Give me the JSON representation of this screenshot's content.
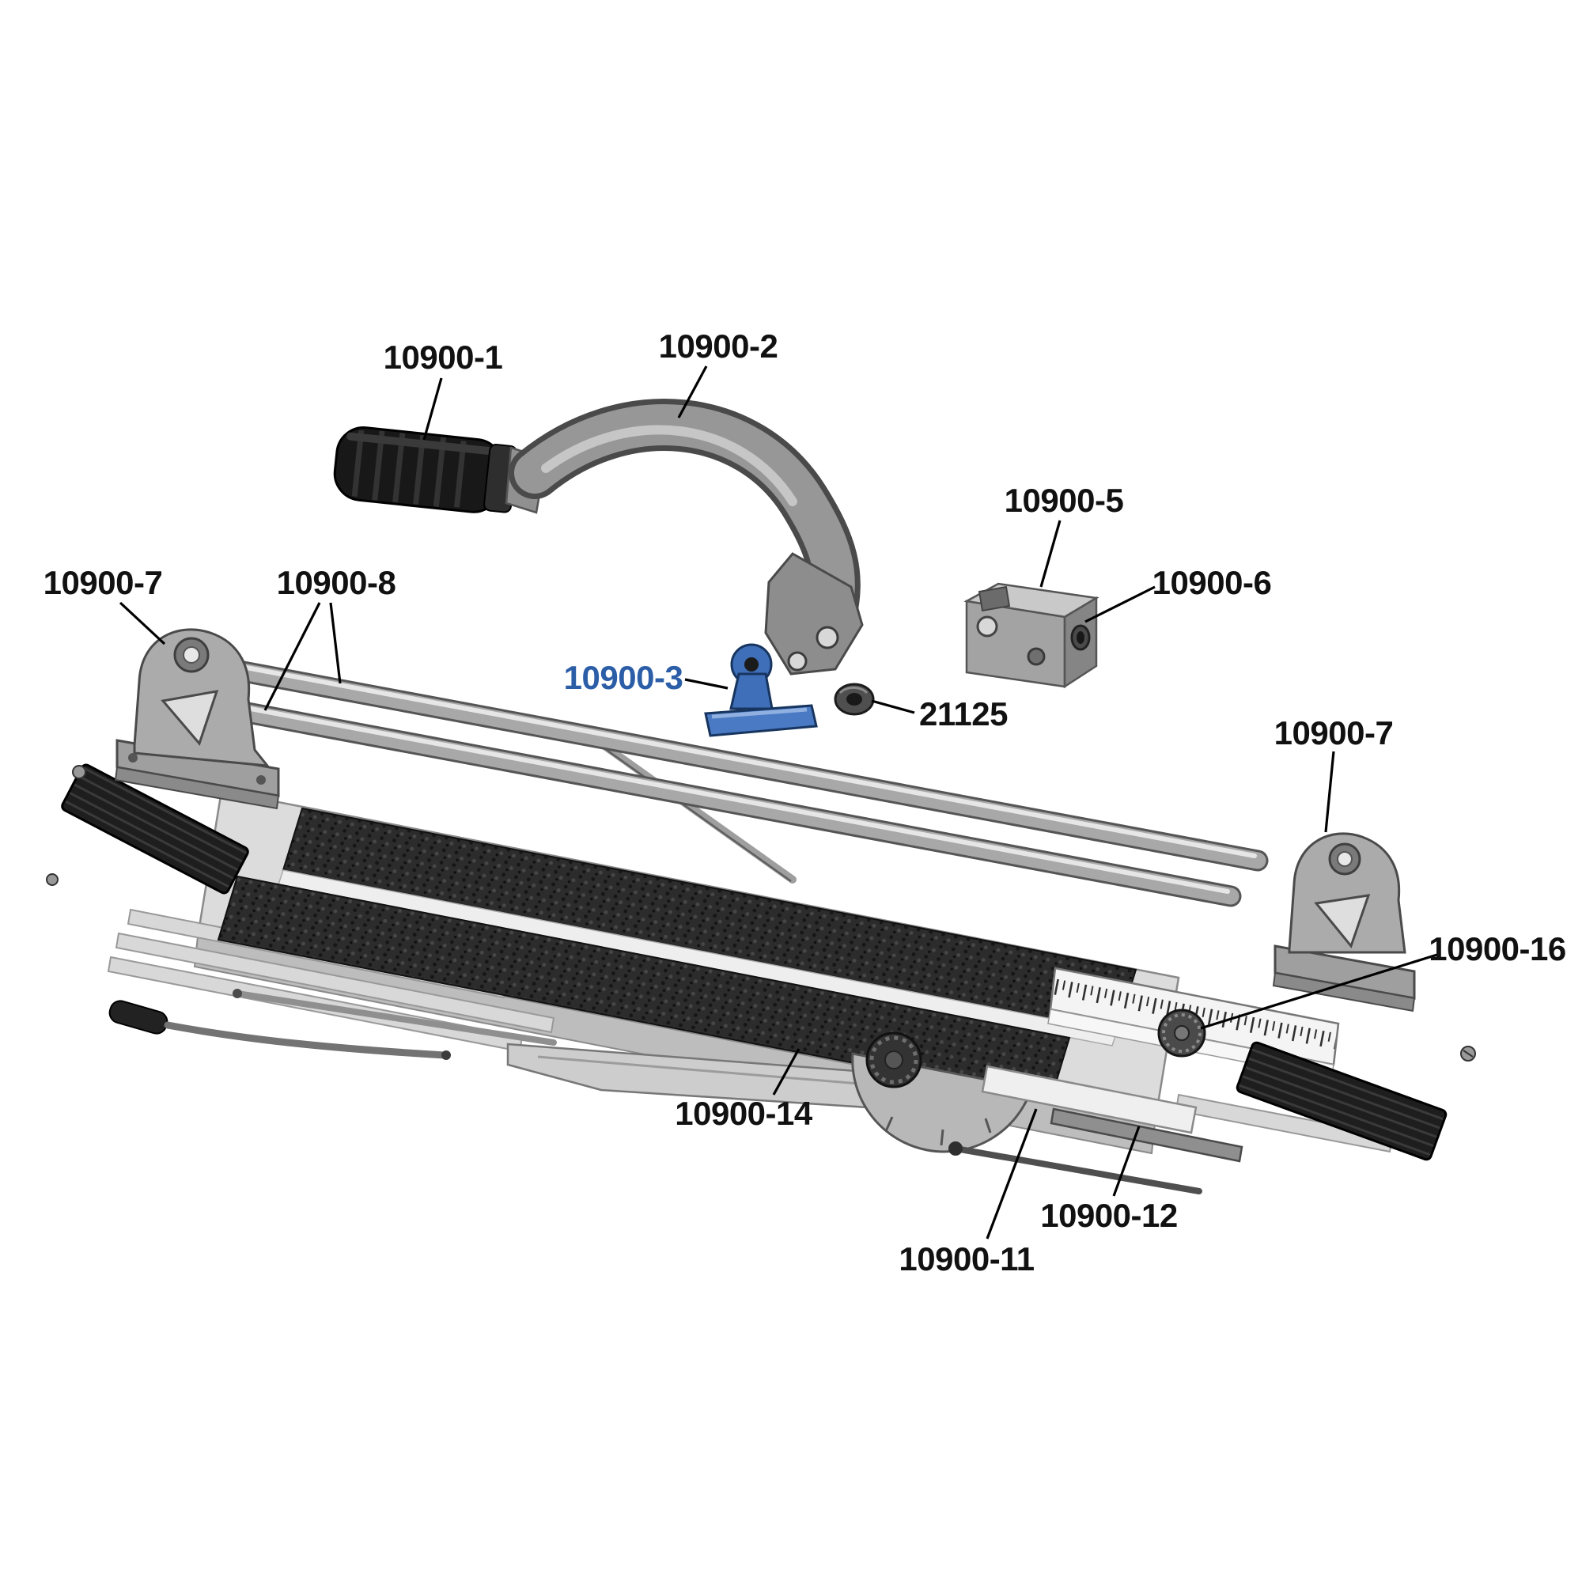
{
  "diagram": {
    "type": "exploded-parts-diagram",
    "background_color": "#ffffff",
    "accent_color": "#2b5ea7",
    "label_color": "#111111",
    "labels": [
      {
        "text": "10900-1",
        "highlighted": false
      },
      {
        "text": "10900-2",
        "highlighted": false
      },
      {
        "text": "10900-5",
        "highlighted": false
      },
      {
        "text": "10900-6",
        "highlighted": false
      },
      {
        "text": "10900-7",
        "highlighted": false
      },
      {
        "text": "10900-8",
        "highlighted": false
      },
      {
        "text": "10900-3",
        "highlighted": true
      },
      {
        "text": "21125",
        "highlighted": false
      },
      {
        "text": "10900-7",
        "highlighted": false
      },
      {
        "text": "10900-16",
        "highlighted": false
      },
      {
        "text": "10900-14",
        "highlighted": false
      },
      {
        "text": "10900-12",
        "highlighted": false
      },
      {
        "text": "10900-11",
        "highlighted": false
      }
    ]
  }
}
